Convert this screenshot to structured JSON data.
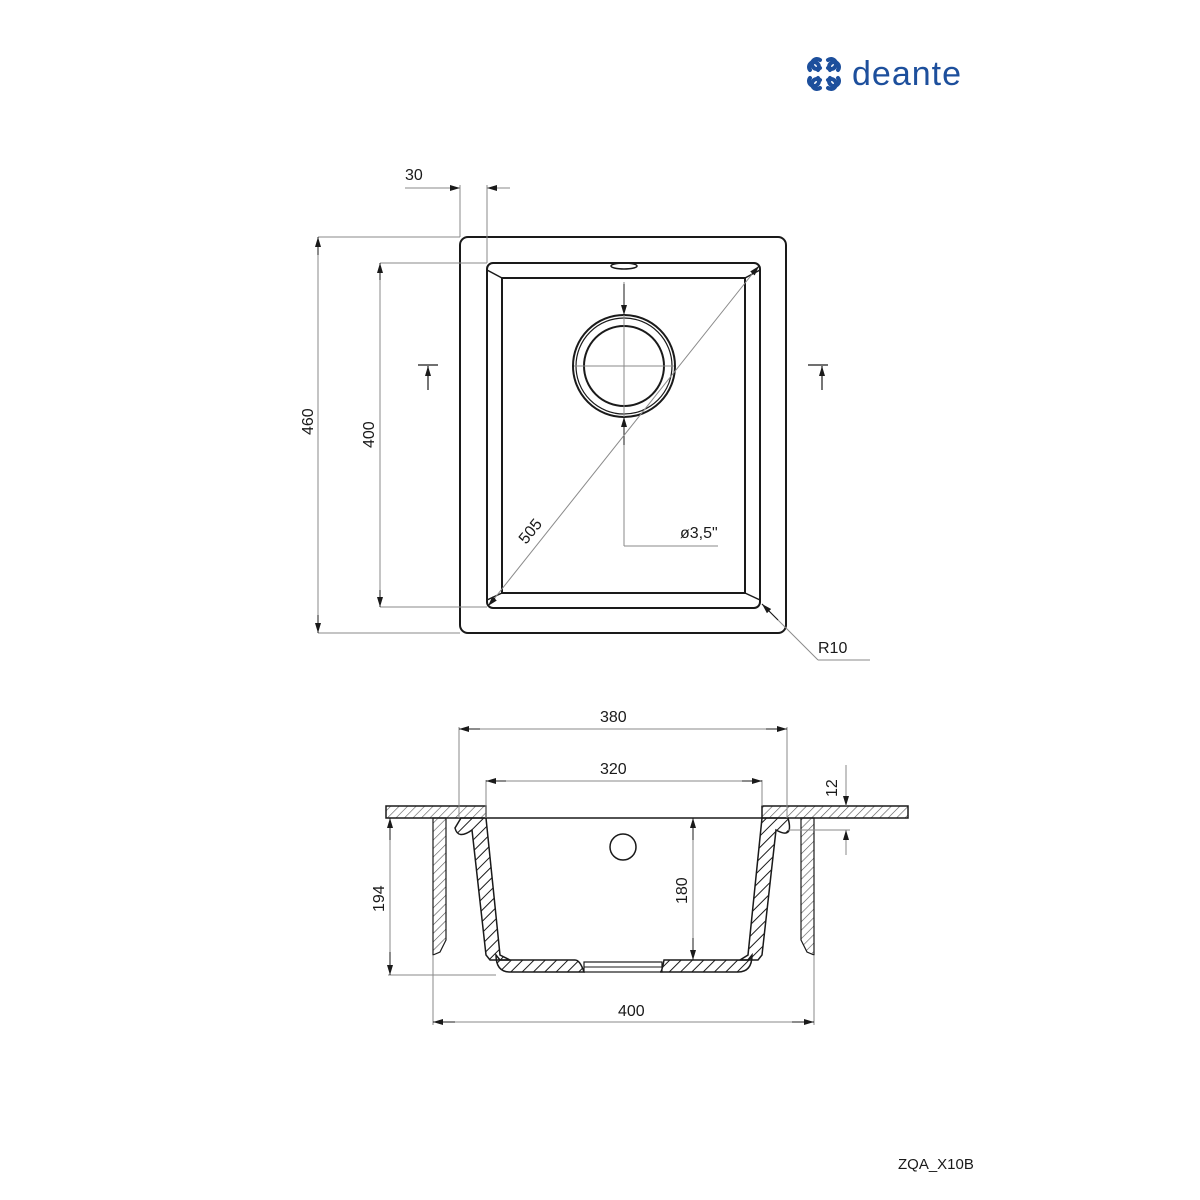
{
  "brand": {
    "name": "deante",
    "color": "#1d4f9c"
  },
  "product_code": "ZQA_X10B",
  "top_view": {
    "rim_offset": "30",
    "outer_height": "460",
    "inner_height": "400",
    "diagonal": "505",
    "drain_diameter": "ø3,5\"",
    "corner_radius": "R10"
  },
  "section_view": {
    "cutout_width": "380",
    "bowl_top_width": "320",
    "counter_thickness": "12",
    "total_depth": "194",
    "bowl_depth": "180",
    "overall_width": "400"
  },
  "colors": {
    "line": "#1a1a1a",
    "dim_line": "#8a8a8a",
    "hatch": "#555555"
  }
}
